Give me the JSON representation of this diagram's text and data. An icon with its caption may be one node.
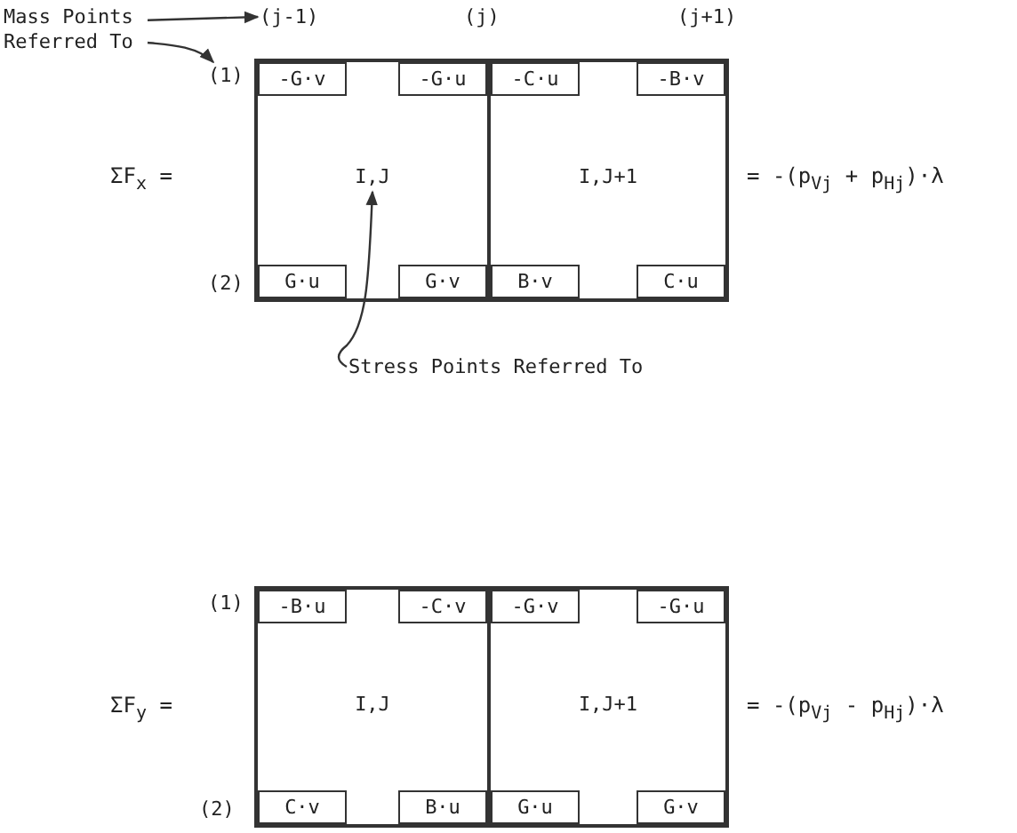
{
  "diagram": {
    "nodes": [
      {
        "text": [
          "I,J"
        ]
      },
      {
        "text": [
          "-G·v"
        ],
        "in": 0
      },
      {
        "text": [
          "-G·u"
        ],
        "in": 0
      },
      {
        "text": [
          "G·u"
        ],
        "in": 0
      },
      {
        "text": [
          "G·v"
        ],
        "in": 0
      },
      {
        "text": [
          "I,J+1"
        ]
      },
      {
        "text": [
          "-C·u"
        ],
        "in": 5
      },
      {
        "text": [
          "-B·v"
        ],
        "in": 5
      },
      {
        "text": [
          "B·v"
        ],
        "in": 5
      },
      {
        "text": [
          "C·u"
        ],
        "in": 5
      },
      {
        "text": [
          "I,J"
        ]
      },
      {
        "text": [
          "-B·u"
        ],
        "in": 10
      },
      {
        "text": [
          "-C·v"
        ],
        "in": 10
      },
      {
        "text": [
          "C·v"
        ],
        "in": 10
      },
      {
        "text": [
          "B·u"
        ],
        "in": 10
      },
      {
        "text": [
          "I,J+1"
        ]
      },
      {
        "text": [
          "-G·v"
        ],
        "in": 15
      },
      {
        "text": [
          "-G·u"
        ],
        "in": 15
      },
      {
        "text": [
          "G·u"
        ],
        "in": 15
      },
      {
        "text": [
          "G·v"
        ],
        "in": 15
      },
      {
        "text": [
          "Mass Points Referred To"
        ]
      },
      {
        "text": [
          "(j-1)"
        ]
      },
      {
        "text": [
          "(1)"
        ]
      },
      {
        "text": [
          "Stress Points Referred To"
        ]
      }
    ],
    "edges": [
      {
        "from": 20,
        "to": 21,
        "arrow": "to"
      },
      {
        "from": 20,
        "to": 22,
        "arrow": "to"
      },
      {
        "from": 23,
        "to": 0,
        "arrow": "to"
      }
    ],
    "labels": [
      "(j)",
      "(j+1)",
      "ΣF$_{x}$ =",
      "= -(p$_{Vj}$ + p$_{Hj}$)·λ",
      "(2)",
      "(1)",
      "ΣF$_{y}$ =",
      "= -(p$_{Vj}$ - p$_{Hj}$)·λ",
      "(2)"
    ]
  }
}
